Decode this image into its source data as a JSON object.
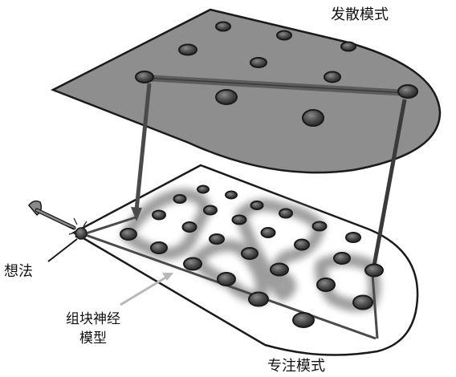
{
  "labels": {
    "diffuse_mode": "发散模式",
    "focused_mode": "专注模式",
    "thought": "想法",
    "chunk_model_line1": "组块神经",
    "chunk_model_line2": "模型"
  },
  "colors": {
    "diffuse_plane": "#8c8c8c",
    "focused_plane": "#ffffff",
    "node_fill": "#4a4a4a",
    "node_highlight": "#7a7a7a",
    "outline": "#1a1a1a",
    "connector": "#5a5a5a",
    "chunk_glow": "#9a9a9a"
  }
}
